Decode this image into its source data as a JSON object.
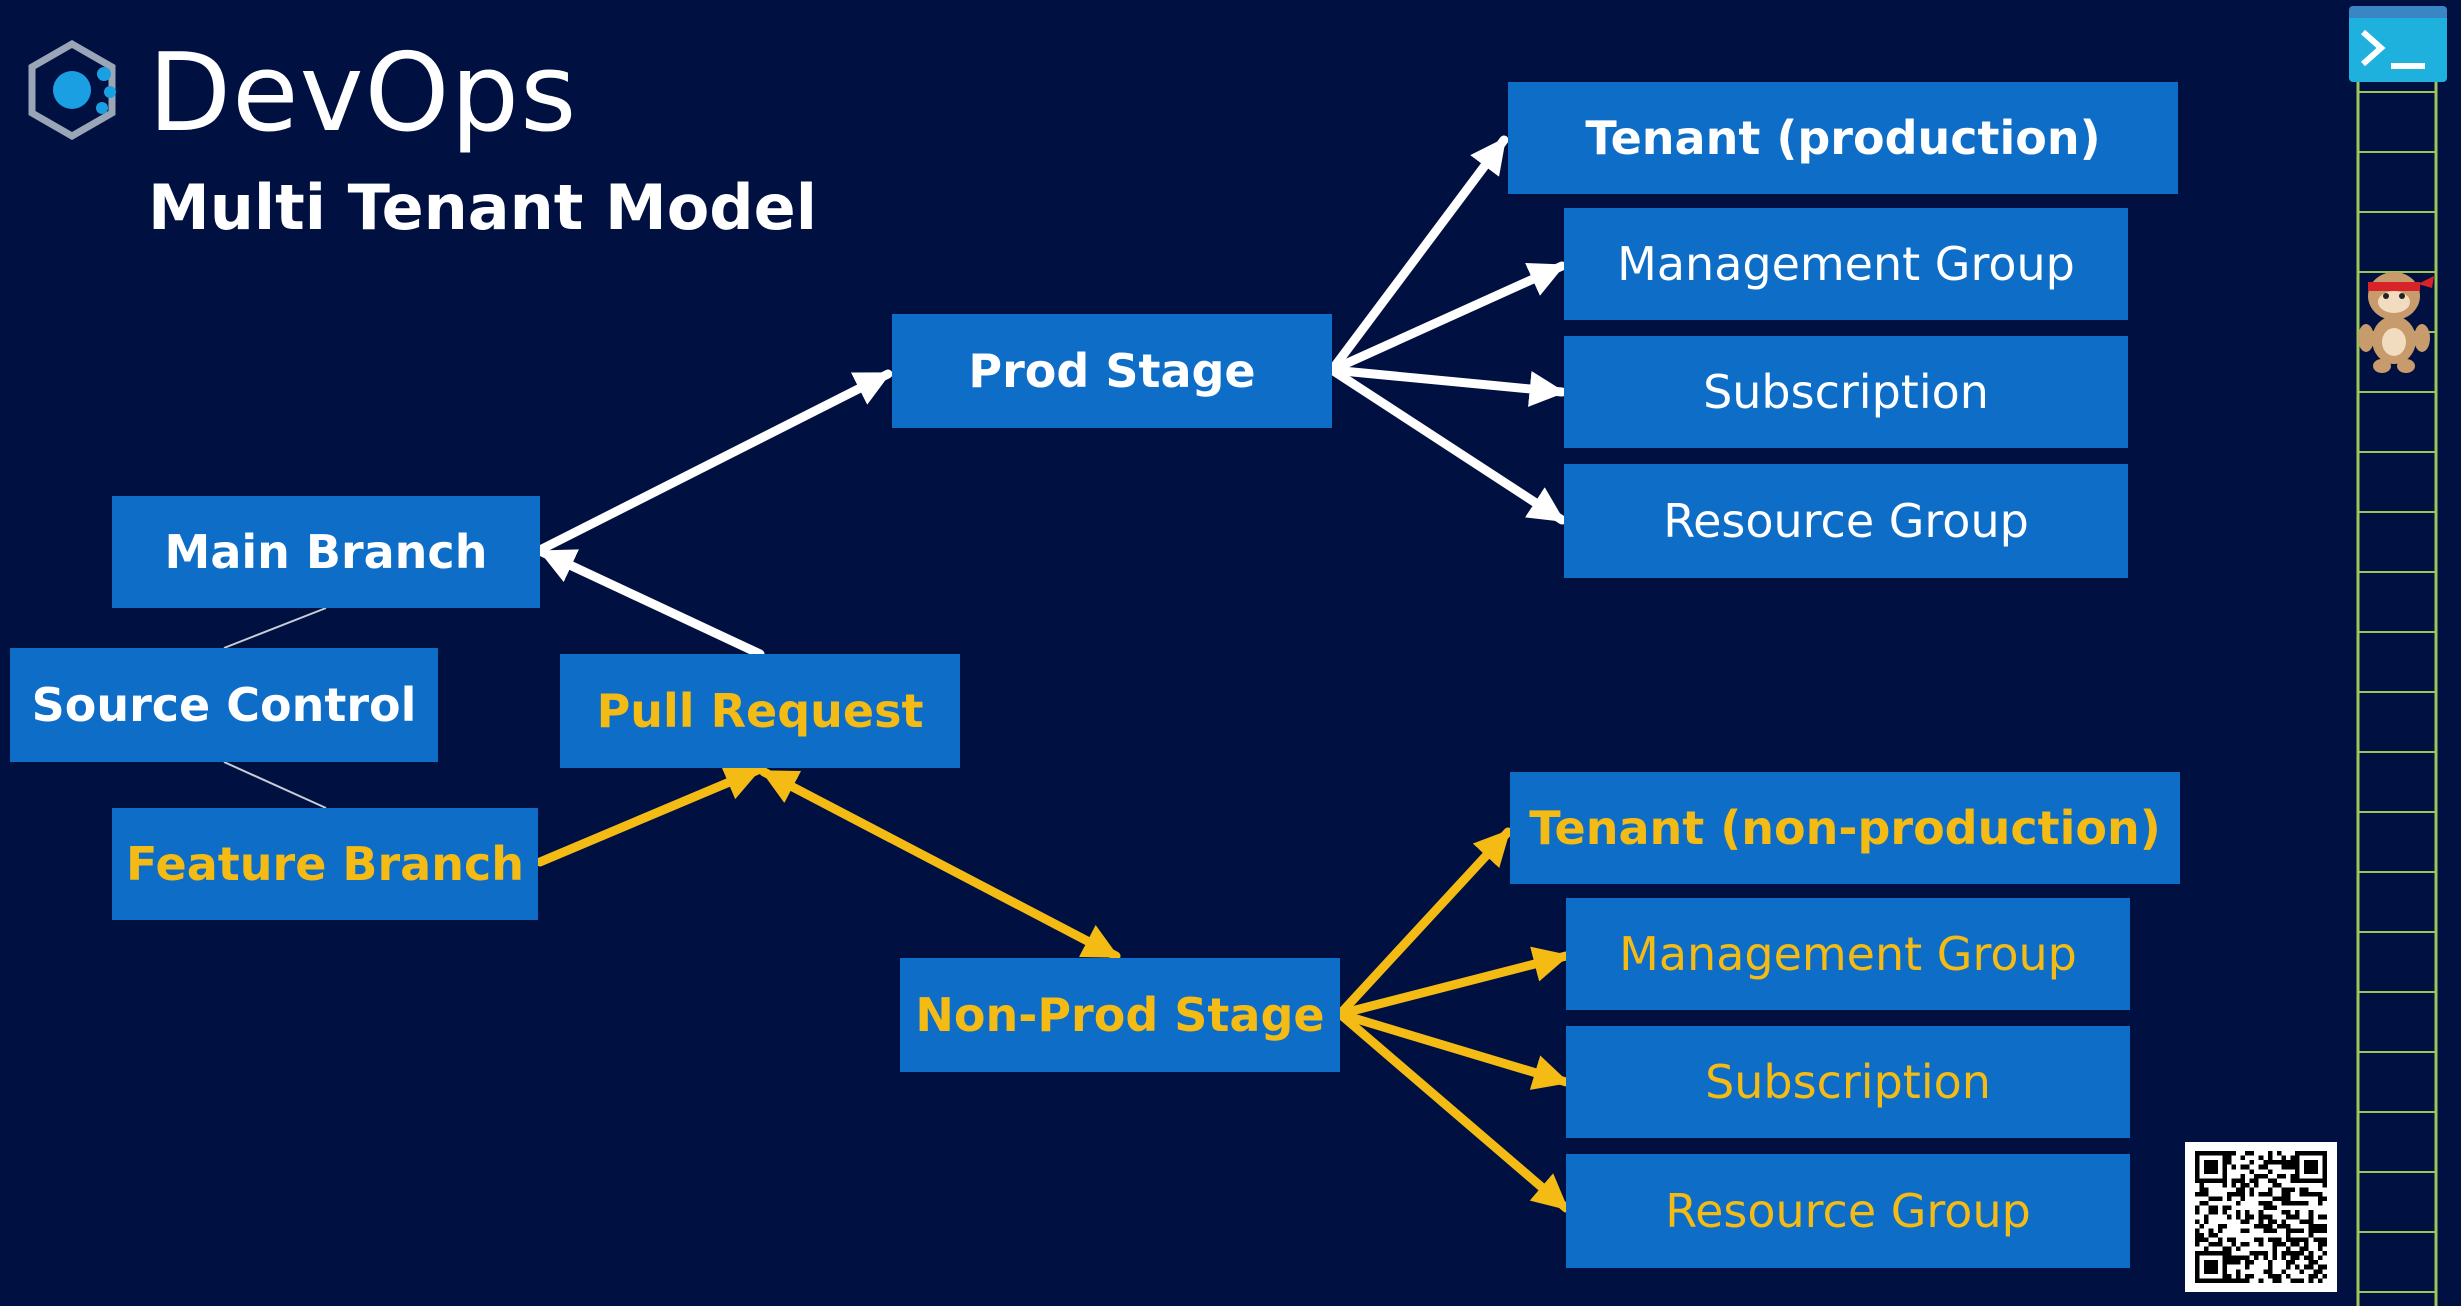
{
  "header": {
    "title": "DevOps",
    "subtitle": "Multi Tenant Model"
  },
  "boxes": {
    "main_branch": "Main Branch",
    "source_control": "Source Control",
    "feature_branch": "Feature Branch",
    "pull_request": "Pull Request",
    "prod_stage": "Prod Stage",
    "nonprod_stage": "Non-Prod Stage",
    "prod_targets": [
      "Tenant (production)",
      "Management Group",
      "Subscription",
      "Resource Group"
    ],
    "nonprod_targets": [
      "Tenant (non-production)",
      "Management Group",
      "Subscription",
      "Resource Group"
    ]
  },
  "colors": {
    "background": "#001141",
    "box_fill": "#0e6dc6",
    "production_path": "#ffffff",
    "nonproduction_path": "#f4bb15"
  },
  "icons": [
    "devops-logo-icon",
    "terminal-icon",
    "ninja-cat-icon",
    "qr-code"
  ]
}
